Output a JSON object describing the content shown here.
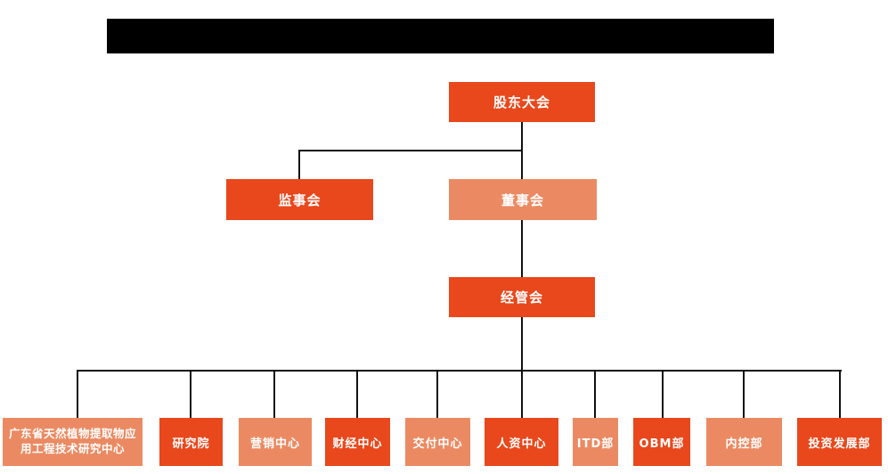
{
  "colors": {
    "background": "#FFFFFF",
    "redaction": "#000000",
    "node_primary": "#E8481C",
    "node_secondary": "#EB8A62",
    "node_text": "#FFFFFF",
    "connector": "#111111"
  },
  "org_chart": {
    "shareholders_meeting": {
      "label": "股东大会"
    },
    "supervisory_board": {
      "label": "监事会"
    },
    "board_of_directors": {
      "label": "董事会"
    },
    "management_committee": {
      "label": "经管会"
    },
    "departments": [
      {
        "label": "广东省天然植物提取物应用工程技术研究中心"
      },
      {
        "label": "研究院"
      },
      {
        "label": "营销中心"
      },
      {
        "label": "财经中心"
      },
      {
        "label": "交付中心"
      },
      {
        "label": "人资中心"
      },
      {
        "label": "ITD部"
      },
      {
        "label": "OBM部"
      },
      {
        "label": "内控部"
      },
      {
        "label": "投资发展部"
      }
    ]
  }
}
